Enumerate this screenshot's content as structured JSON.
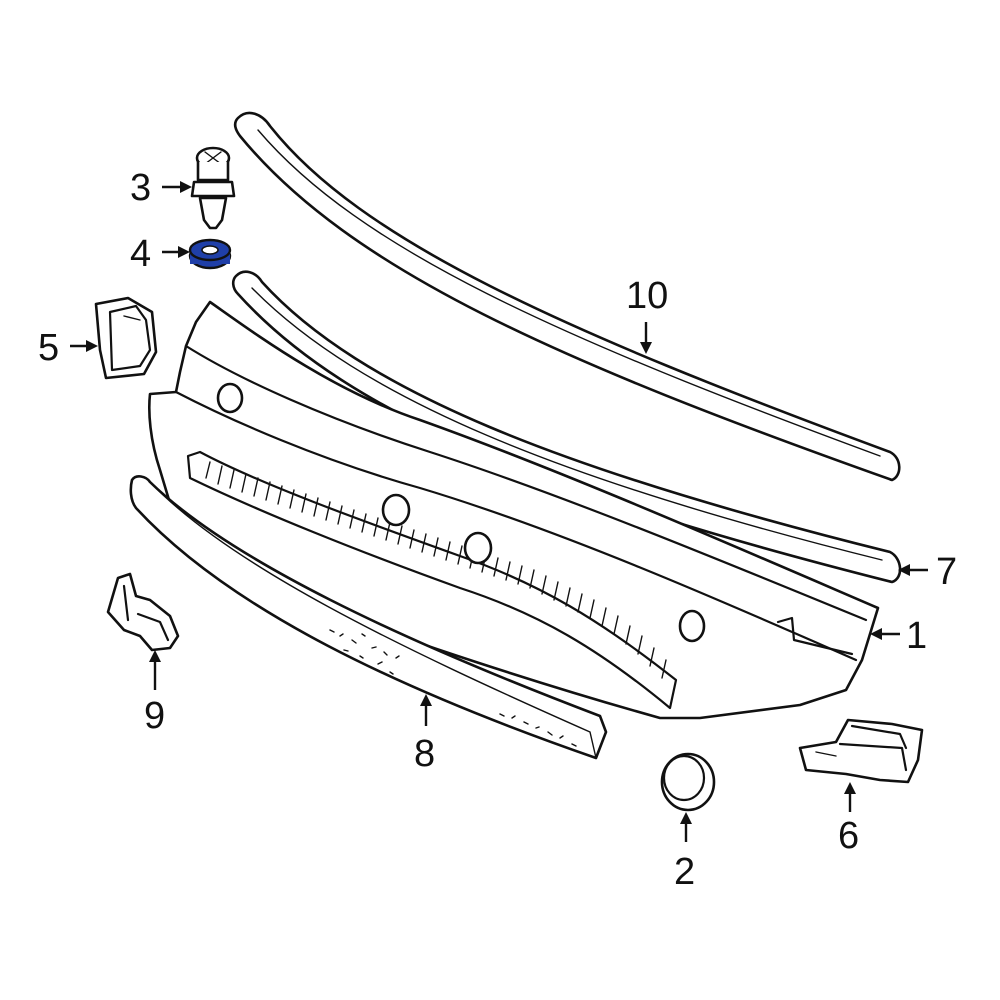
{
  "diagram": {
    "highlight_color": "#1f3fa8",
    "line_color": "#111111",
    "background": "#ffffff",
    "callouts": [
      {
        "id": "1",
        "label": "1"
      },
      {
        "id": "2",
        "label": "2"
      },
      {
        "id": "3",
        "label": "3"
      },
      {
        "id": "4",
        "label": "4"
      },
      {
        "id": "5",
        "label": "5"
      },
      {
        "id": "6",
        "label": "6"
      },
      {
        "id": "7",
        "label": "7"
      },
      {
        "id": "8",
        "label": "8"
      },
      {
        "id": "9",
        "label": "9"
      },
      {
        "id": "10",
        "label": "10"
      }
    ],
    "highlighted_part": "4"
  }
}
